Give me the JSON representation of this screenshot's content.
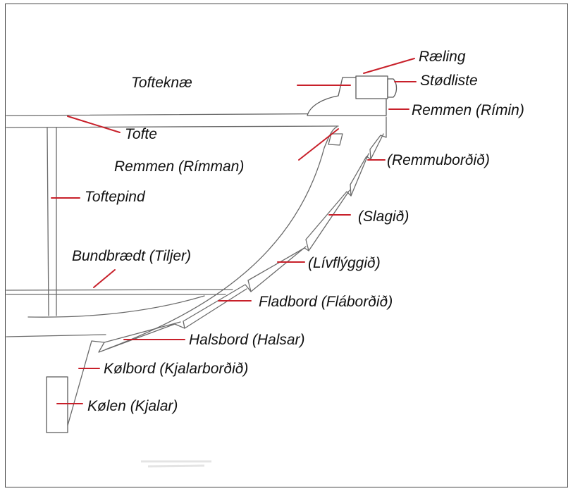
{
  "colors": {
    "leader": "#c8202a",
    "sketch": "#6a6a6a",
    "text": "#111111"
  },
  "labels": {
    "raeling": "Ræling",
    "stodliste": "Stødliste",
    "tofteknae": "Tofteknæ",
    "remmen_rimin": "Remmen (Rímin)",
    "tofte": "Tofte",
    "remmen_rimman": "Remmen (Rímman)",
    "remmubordid": "(Remmuborðið)",
    "toftepind": "Toftepind",
    "slagid": "(Slagið)",
    "bundbraedt": "Bundbrædt (Tiljer)",
    "livflyggid": "(Lívflýggið)",
    "fladbord": "Fladbord (Fláborðið)",
    "halsbord": "Halsbord (Halsar)",
    "kolbord": "Kølbord (Kjalarborðið)",
    "kolen": "Kølen (Kjalar)"
  }
}
